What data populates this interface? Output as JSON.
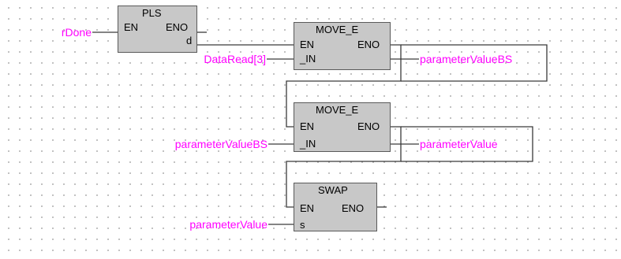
{
  "colors": {
    "variable": "#ff00ff",
    "wire": "#3a3a3a",
    "block_fill": "#c8c8c8",
    "grid_dot": "#8a8a8a"
  },
  "blocks": [
    {
      "id": "pls",
      "name": "PLS",
      "in_en": "EN",
      "out_eno": "ENO",
      "pin_d": "d"
    },
    {
      "id": "move1",
      "name": "MOVE_E",
      "in_en": "EN",
      "out_eno": "ENO",
      "in_pin": "_IN"
    },
    {
      "id": "move2",
      "name": "MOVE_E",
      "in_en": "EN",
      "out_eno": "ENO",
      "in_pin": "_IN"
    },
    {
      "id": "swap",
      "name": "SWAP",
      "in_en": "EN",
      "out_eno": "ENO",
      "in_pin": "s"
    }
  ],
  "variables": {
    "pls_en": "rDone",
    "move1_in": "DataRead[3]",
    "move1_out": "parameterValueBS",
    "move2_in": "parameterValueBS",
    "move2_out": "parameterValue",
    "swap_s": "parameterValue"
  }
}
